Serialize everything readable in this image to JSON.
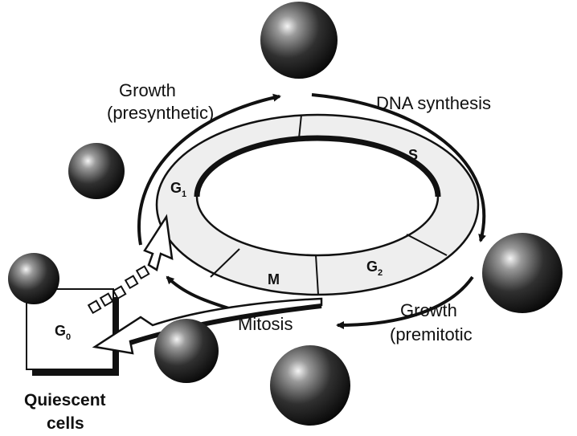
{
  "labels": {
    "growth_pre_line1": "Growth",
    "growth_pre_line2": "(presynthetic)",
    "dna_synthesis": "DNA synthesis",
    "growth_post_line1": "Growth",
    "growth_post_line2": "(premitotic",
    "mitosis": "Mitosis",
    "quiescent_line1": "Quiescent",
    "quiescent_line2": "cells"
  },
  "phases": {
    "g1": "G",
    "g1_sub": "1",
    "s": "S",
    "g2": "G",
    "g2_sub": "2",
    "m": "M",
    "g0": "G",
    "g0_sub": "0"
  },
  "colors": {
    "ink": "#111111",
    "ring_fill": "#eeeeee",
    "background": "#ffffff"
  }
}
